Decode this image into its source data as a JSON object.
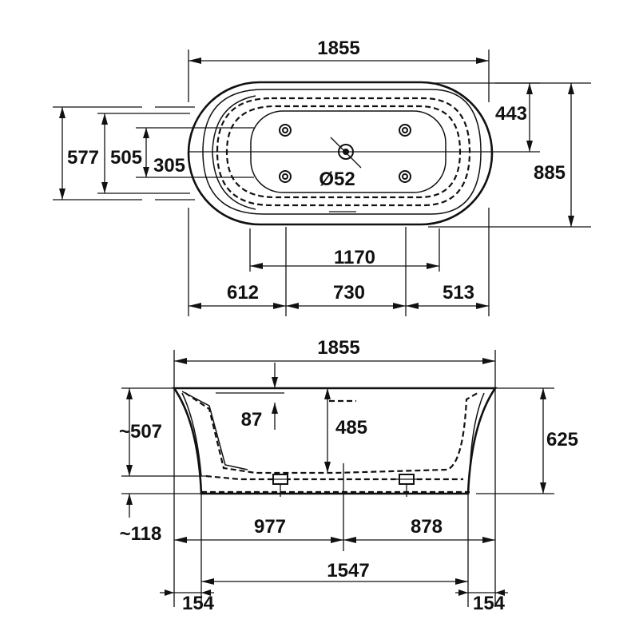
{
  "colors": {
    "ink": "#111111",
    "paper": "#ffffff"
  },
  "top_view": {
    "overall_length": "1855",
    "right_offset": "443",
    "overall_width": "885",
    "width_577": "577",
    "width_505": "505",
    "width_305": "305",
    "drain_diameter": "Ø52",
    "length_1170": "1170",
    "seg_left": "612",
    "seg_mid": "730",
    "seg_right": "513"
  },
  "side_view": {
    "overall_length": "1855",
    "rim_87": "87",
    "depth_485": "485",
    "approx_507": "~507",
    "height_625": "625",
    "approx_118": "~118",
    "seg_977": "977",
    "seg_878": "878",
    "base_1547": "1547",
    "foot_left": "154",
    "foot_right": "154"
  }
}
